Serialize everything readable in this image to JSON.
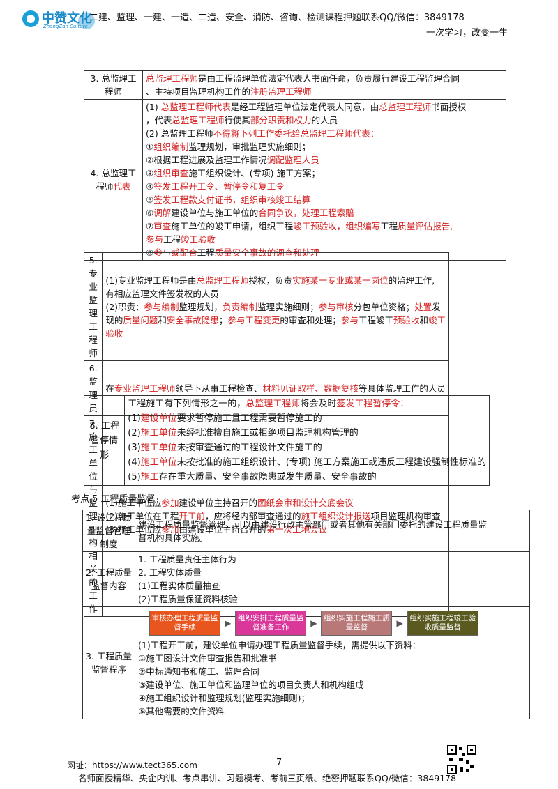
{
  "header": {
    "logo_text": "中赞文化",
    "logo_sub": "ZhongZan Culture",
    "line": "二建、监理、一建、一造、二造、安全、消防、咨询、检测课程押题联系QQ/微信：3849178",
    "slogan": "——一次学习，改变一生"
  },
  "table1": {
    "rows": [
      {
        "head": "3. 总监理工程师",
        "lines": [
          {
            "segs": [
              {
                "t": "总监理工程师",
                "r": true
              },
              {
                "t": "是由工程监理单位法定代表人书面任命，负责履行建设工程监理合同"
              }
            ]
          },
          {
            "segs": [
              {
                "t": "、主持项目监理机构工作的"
              },
              {
                "t": "注册监理工程师",
                "r": true
              }
            ]
          }
        ]
      },
      {
        "head": "4. 总监理工程师",
        "head_red": "代表",
        "lines": [
          {
            "segs": [
              {
                "t": "(1) "
              },
              {
                "t": "总监理工程师代表",
                "r": true
              },
              {
                "t": "是经工程监理单位法定代表人同意，由"
              },
              {
                "t": "总监理工程师",
                "r": true
              },
              {
                "t": "书面授权"
              }
            ]
          },
          {
            "segs": [
              {
                "t": "，代表"
              },
              {
                "t": "总监理工程师",
                "r": true
              },
              {
                "t": "行使其"
              },
              {
                "t": "部分职责和权力",
                "r": true
              },
              {
                "t": "的人员"
              }
            ]
          },
          {
            "segs": [
              {
                "t": "(2) 总监理工程师"
              },
              {
                "t": "不得将下列工作委托给总监理工程师代表：",
                "r": true
              }
            ]
          },
          {
            "segs": [
              {
                "t": "①"
              },
              {
                "t": "组织编制",
                "r": true
              },
              {
                "t": "监理规划，审批监理实施细则；"
              }
            ]
          },
          {
            "segs": [
              {
                "t": "②根据工程进展及监理工作情况"
              },
              {
                "t": "调配监理人员",
                "r": true
              }
            ]
          },
          {
            "segs": [
              {
                "t": "③"
              },
              {
                "t": "组织审查",
                "r": true
              },
              {
                "t": "施工组织设计、(专项) 施工方案；"
              }
            ]
          },
          {
            "segs": [
              {
                "t": "④"
              },
              {
                "t": "签发工程开工令、暂停令和复工令",
                "r": true
              }
            ]
          },
          {
            "segs": [
              {
                "t": "⑤"
              },
              {
                "t": "签发工程款支付证书，组织审核竣工结算",
                "r": true
              }
            ]
          },
          {
            "segs": [
              {
                "t": "⑥"
              },
              {
                "t": "调解",
                "r": true
              },
              {
                "t": "建设单位与施工单位的"
              },
              {
                "t": "合同争议，处理工程索赔",
                "r": true
              }
            ]
          },
          {
            "segs": [
              {
                "t": "⑦"
              },
              {
                "t": "审查",
                "r": true
              },
              {
                "t": "施工单位的竣工申请，组织工程"
              },
              {
                "t": "竣工预验收，组织编写",
                "r": true
              },
              {
                "t": "工程"
              },
              {
                "t": "质量评估报告,",
                "r": true
              }
            ]
          },
          {
            "segs": [
              {
                "t": "参与",
                "r": true
              },
              {
                "t": "工程"
              },
              {
                "t": "竣工验收",
                "r": true
              }
            ]
          },
          {
            "segs": [
              {
                "t": "⑧"
              },
              {
                "t": "参与或配合",
                "r": true
              },
              {
                "t": "工程"
              },
              {
                "t": "质量安全事故的调查和处理",
                "r": true
              }
            ]
          }
        ]
      }
    ]
  },
  "table2": {
    "rows": [
      {
        "head": "5. 专业监理工程师",
        "lines": [
          {
            "segs": [
              {
                "t": "(1)专业监理工程师是由"
              },
              {
                "t": "总监理工程师",
                "r": true
              },
              {
                "t": "授权，负责"
              },
              {
                "t": "实施某一专业或某一岗位",
                "r": true
              },
              {
                "t": "的监理工作,"
              }
            ]
          },
          {
            "segs": [
              {
                "t": "有相应监理文件签发权的人员"
              }
            ]
          },
          {
            "segs": [
              {
                "t": "(2)职责："
              },
              {
                "t": "参与编制",
                "r": true
              },
              {
                "t": "监理规划，"
              },
              {
                "t": "负责编制",
                "r": true
              },
              {
                "t": "监理实施细则；"
              },
              {
                "t": "参与审核",
                "r": true
              },
              {
                "t": "分包单位资格；"
              },
              {
                "t": "处置",
                "r": true
              },
              {
                "t": "发"
              }
            ]
          },
          {
            "segs": [
              {
                "t": "现的"
              },
              {
                "t": "质量问题",
                "r": true
              },
              {
                "t": "和"
              },
              {
                "t": "安全事故隐患",
                "r": true
              },
              {
                "t": "；"
              },
              {
                "t": "参与工程变更",
                "r": true
              },
              {
                "t": "的审查和处理；"
              },
              {
                "t": "参与",
                "r": true
              },
              {
                "t": "工程竣工"
              },
              {
                "t": "预验收",
                "r": true
              },
              {
                "t": "和"
              },
              {
                "t": "竣工",
                "r": true
              }
            ]
          },
          {
            "segs": [
              {
                "t": "验收",
                "r": true
              }
            ]
          }
        ]
      },
      {
        "head": "6. 监理员",
        "lines": [
          {
            "segs": [
              {
                "t": "在"
              },
              {
                "t": "专业监理工程师",
                "r": true
              },
              {
                "t": "领导下从事工程检查、"
              },
              {
                "t": "材料见证取样、数据复核",
                "r": true
              },
              {
                "t": "等具体监理工作的人员"
              }
            ]
          }
        ]
      },
      {
        "head": "7. 施工单位与监理机构相关的工作",
        "lines": [
          {
            "segs": [
              {
                "t": "(1)施工单位应"
              },
              {
                "t": "参加",
                "r": true
              },
              {
                "t": "建设单位主持召开的"
              },
              {
                "t": "图纸会审和设计交底会议",
                "r": true
              }
            ]
          },
          {
            "segs": [
              {
                "t": "(2)施工单位在工程"
              },
              {
                "t": "开工前",
                "r": true
              },
              {
                "t": "，应将经内部审查通过的"
              },
              {
                "t": "施工组织设计报送",
                "r": true
              },
              {
                "t": "项目监理机构审查"
              }
            ]
          },
          {
            "segs": [
              {
                "t": "(3)施工单位应"
              },
              {
                "t": "参加",
                "r": true
              },
              {
                "t": "由建设单位主持召开的"
              },
              {
                "t": "第一次工地会议",
                "r": true
              }
            ]
          }
        ]
      }
    ]
  },
  "table3": {
    "rows": [
      {
        "head": "8. 工程暂停情形",
        "lines": [
          {
            "segs": [
              {
                "t": "工程施工有下列情形之一的，"
              },
              {
                "t": "总监理工程师",
                "r": true
              },
              {
                "t": "将会及时"
              },
              {
                "t": "签发工程暂停令：",
                "r": true
              }
            ]
          },
          {
            "segs": [
              {
                "t": "(1)"
              },
              {
                "t": "建设单位",
                "r": true
              },
              {
                "t": "要求暂停施工且工程需要暂停施工的"
              }
            ]
          },
          {
            "segs": [
              {
                "t": "(2)"
              },
              {
                "t": "施工单位",
                "r": true
              },
              {
                "t": "未经批准擅自施工或拒绝项目监理机构管理的"
              }
            ]
          },
          {
            "segs": [
              {
                "t": "(3)"
              },
              {
                "t": "施工单位",
                "r": true
              },
              {
                "t": "未按审查通过的工程设计文件施工的"
              }
            ]
          },
          {
            "segs": [
              {
                "t": "(4)"
              },
              {
                "t": "施工单位",
                "r": true
              },
              {
                "t": "未按批准的施工组织设计、(专项) 施工方案施工或违反工程建设强制性标准的"
              }
            ]
          },
          {
            "segs": [
              {
                "t": "(5)"
              },
              {
                "t": "施工",
                "r": true
              },
              {
                "t": "存在重大质量、安全事故隐患或发生质量、安全事故的"
              }
            ]
          }
        ]
      }
    ]
  },
  "section5_title": "考点 5  工程质量监督",
  "table4": {
    "rows": [
      {
        "head": "1. 设工程质量监督管理制度",
        "lines": [
          {
            "segs": [
              {
                "t": "建设工程质量监督管理，可以由建设行政主管部门或者其他有关部门委托的建设工程质量监"
              }
            ]
          },
          {
            "segs": [
              {
                "t": "督机构具体实施。"
              }
            ]
          }
        ]
      },
      {
        "head": "2. 工程质量监督内容",
        "lines": [
          {
            "segs": [
              {
                "t": "1. 工程质量责任主体行为"
              }
            ]
          },
          {
            "segs": [
              {
                "t": "2. 工程实体质量"
              }
            ]
          },
          {
            "segs": [
              {
                "t": "(1)工程实体质量抽查"
              }
            ]
          },
          {
            "segs": [
              {
                "t": "(2)工程质量保证资料核验"
              }
            ]
          }
        ]
      },
      {
        "head": "3. 工程质量监督程序",
        "flow": [
          {
            "label": "审核办理工程质量监督手续",
            "color": "#e8551f"
          },
          {
            "label": "组织安排工程质量监督准备工作",
            "color": "#d9389a"
          },
          {
            "label": "组织实施工程施工质量监督",
            "color": "#b87878"
          },
          {
            "label": "组织实施工程竣工验收质量监督",
            "color": "#5a5a20"
          }
        ],
        "lines": [
          {
            "segs": [
              {
                "t": "(1)工程开工前，建设单位申请办理工程质量监督手续，需提供以下资料："
              }
            ]
          },
          {
            "segs": [
              {
                "t": "①施工图设计文件审查报告和批准书"
              }
            ]
          },
          {
            "segs": [
              {
                "t": "②中标通知书和施工、监理合同"
              }
            ]
          },
          {
            "segs": [
              {
                "t": "③建设单位、施工单位和监理单位的项目负责人和机构组成"
              }
            ]
          },
          {
            "segs": [
              {
                "t": "④施工组织设计和监理规划(监理实施细则)；"
              }
            ]
          },
          {
            "segs": [
              {
                "t": "⑤其他需要的文件资料"
              }
            ]
          }
        ]
      }
    ]
  },
  "footer": {
    "url": "网址：https://www.tect365.com",
    "page": "7",
    "line": "名师面授精华、央企内训、考点串讲、习题模考、考前三页纸、绝密押题联系QQ/微信：3849178"
  }
}
